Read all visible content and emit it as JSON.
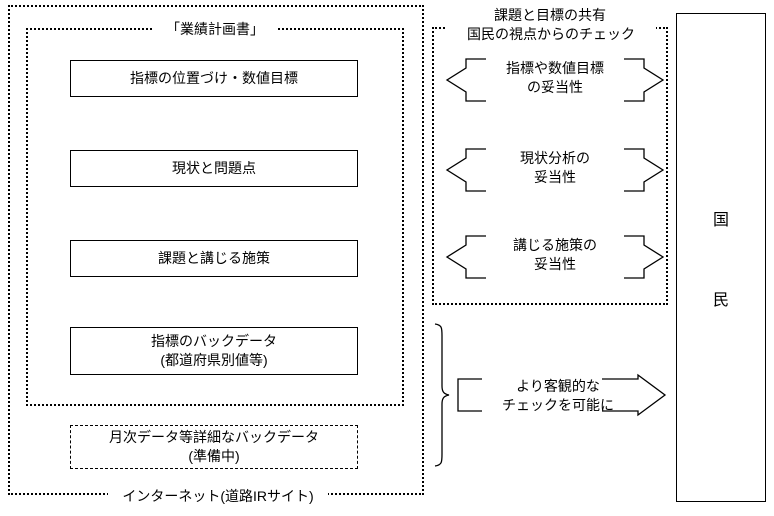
{
  "diagram": {
    "title_left": "「業績計画書」",
    "footer_left": "インターネット(道路IRサイト)",
    "left_boxes": [
      {
        "line1": "指標の位置づけ・数値目標",
        "line2": ""
      },
      {
        "line1": "現状と問題点",
        "line2": ""
      },
      {
        "line1": "課題と講じる施策",
        "line2": ""
      },
      {
        "line1": "指標のバックデータ",
        "line2": "(都道府県別値等)"
      }
    ],
    "pending_box": {
      "line1": "月次データ等詳細なバックデータ",
      "line2": "(準備中)"
    },
    "right_panel": {
      "heading_line1": "課題と目標の共有",
      "heading_line2": "国民の視点からのチェック",
      "arrows": [
        {
          "line1": "指標や数値目標",
          "line2": "の妥当性"
        },
        {
          "line1": "現状分析の",
          "line2": "妥当性"
        },
        {
          "line1": "講じる施策の",
          "line2": "妥当性"
        }
      ]
    },
    "brace_arrow": {
      "line1": "より客観的な",
      "line2": "チェックを可能に"
    },
    "public_box": {
      "char1": "国",
      "char2": "民"
    },
    "colors": {
      "ink": "#000000",
      "paper": "#ffffff"
    }
  }
}
